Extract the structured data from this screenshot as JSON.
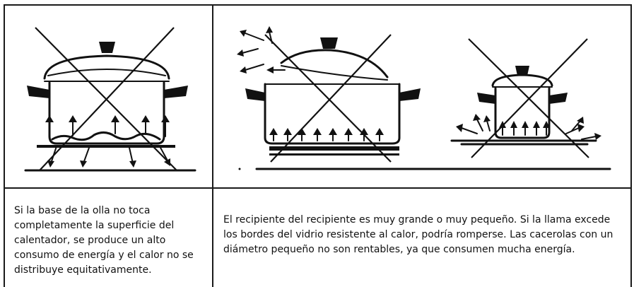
{
  "left_cell": {
    "caption": "Si la base de la olla no toca completamente la superficie del calentador, se produce un alto consumo de energía y el calor no se distribuye equitativamente.",
    "illustration": "pot-not-touching-burner-crossed"
  },
  "right_cell": {
    "caption": "El recipiente del recipiente es muy grande o muy pequeño. Si la llama excede los bordes del vidrio resistente al calor, podría romperse. Las cacerolas con un diámetro pequeño no son rentables, ya que consumen mucha energía.",
    "illustrations": [
      "pot-too-large-crossed",
      "pot-too-small-crossed"
    ]
  }
}
